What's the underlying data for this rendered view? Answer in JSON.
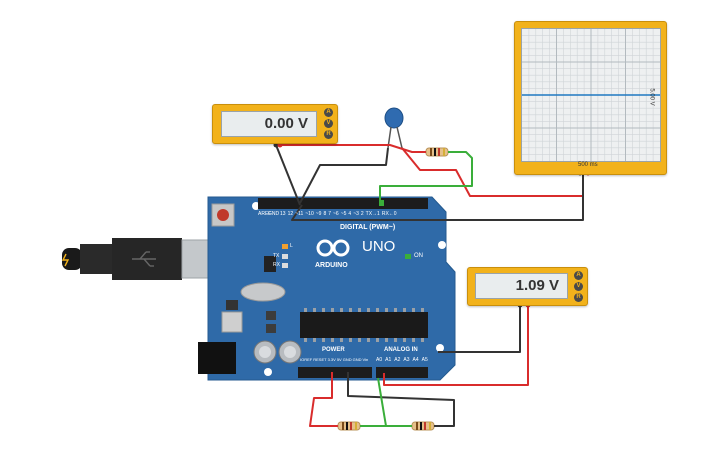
{
  "meters": [
    {
      "name": "voltmeter-top",
      "reading": "0.00 V",
      "knobs": [
        "A",
        "V",
        "R"
      ]
    },
    {
      "name": "voltmeter-right",
      "reading": "1.09 V",
      "knobs": [
        "A",
        "V",
        "R"
      ]
    }
  ],
  "oscilloscope": {
    "time_label": "500 ms",
    "volt_label": "5.00 V"
  },
  "arduino": {
    "logo": "ARDUINO",
    "model": "UNO",
    "digital_header": "DIGITAL (PWM~)",
    "analog_header": "ANALOG IN",
    "power_header": "POWER",
    "on_label": "ON",
    "tx_label": "TX",
    "rx_label": "RX",
    "l_label": "L",
    "aref_label": "AREF",
    "gnd_label": "GND",
    "digital_pins": [
      "13",
      "12",
      "~11",
      "~10",
      "~9",
      "8",
      "7",
      "~6",
      "~5",
      "4",
      "~3",
      "2",
      "TX→1",
      "RX←0"
    ],
    "analog_pins": [
      "A0",
      "A1",
      "A2",
      "A3",
      "A4",
      "A5"
    ],
    "power_pins": [
      "IOREF",
      "RESET",
      "3.3V",
      "5V",
      "GND",
      "GND",
      "Vin"
    ]
  },
  "colors": {
    "board": "#2f6aa8",
    "meter": "#f2b21b",
    "wire_red": "#d92c2c",
    "wire_black": "#333333",
    "wire_green": "#3aae3a",
    "trace": "#1f78c1"
  }
}
